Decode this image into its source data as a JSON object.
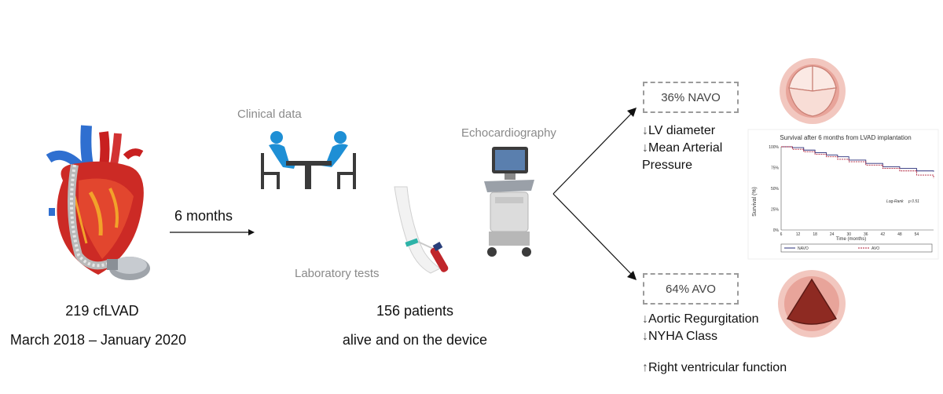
{
  "cohort": {
    "count_label": "219 cfLVAD",
    "period_label": "March 2018 – January 2020"
  },
  "timeline": {
    "interval_label": "6 months"
  },
  "assessments": {
    "clinical_label": "Clinical data",
    "lab_label": "Laboratory tests",
    "echo_label": "Echocardiography"
  },
  "survivors": {
    "count_label": "156 patients",
    "status_label": "alive and on the device"
  },
  "navo": {
    "box_label": "36% NAVO",
    "effects": [
      {
        "arrow": "↓",
        "text": "LV diameter"
      },
      {
        "arrow": "↓",
        "text": "Mean Arterial"
      }
    ],
    "effect_continuation": "Pressure"
  },
  "avo": {
    "box_label": "64% AVO",
    "effects": [
      {
        "arrow": "↓",
        "text": "Aortic Regurgitation"
      },
      {
        "arrow": "↓",
        "text": "NYHA Class"
      }
    ],
    "extra_effect": {
      "arrow": "↑",
      "text": "Right ventricular function"
    }
  },
  "survival_plot": {
    "title": "Survival after 6 months from LVAD implantation",
    "y_label": "Survival (%)",
    "x_label": "Time (months)",
    "y_ticks": [
      "100%",
      "75%",
      "50%",
      "25%",
      "0%"
    ],
    "x_ticks": [
      "6",
      "12",
      "18",
      "24",
      "30",
      "36",
      "42",
      "48",
      "54"
    ],
    "stat_label": "Log-Rank",
    "p_label": "p 0.51",
    "legend": [
      "NAVO",
      "AVO"
    ],
    "colors": {
      "navo": "#2a2f7a",
      "avo": "#b0223a"
    }
  },
  "chart_data": {
    "type": "line",
    "title": "Survival after 6 months from LVAD implantation",
    "xlabel": "Time (months)",
    "ylabel": "Survival (%)",
    "xlim": [
      6,
      60
    ],
    "ylim": [
      0,
      100
    ],
    "series": [
      {
        "name": "NAVO",
        "x": [
          6,
          10,
          14,
          18,
          22,
          26,
          30,
          36,
          42,
          48,
          54,
          60
        ],
        "y": [
          100,
          99,
          96,
          93,
          90,
          88,
          84,
          80,
          76,
          74,
          71,
          70
        ]
      },
      {
        "name": "AVO",
        "x": [
          6,
          10,
          14,
          18,
          22,
          26,
          30,
          36,
          42,
          48,
          54,
          60
        ],
        "y": [
          100,
          97,
          94,
          91,
          88,
          85,
          82,
          78,
          74,
          71,
          66,
          62
        ]
      }
    ]
  }
}
